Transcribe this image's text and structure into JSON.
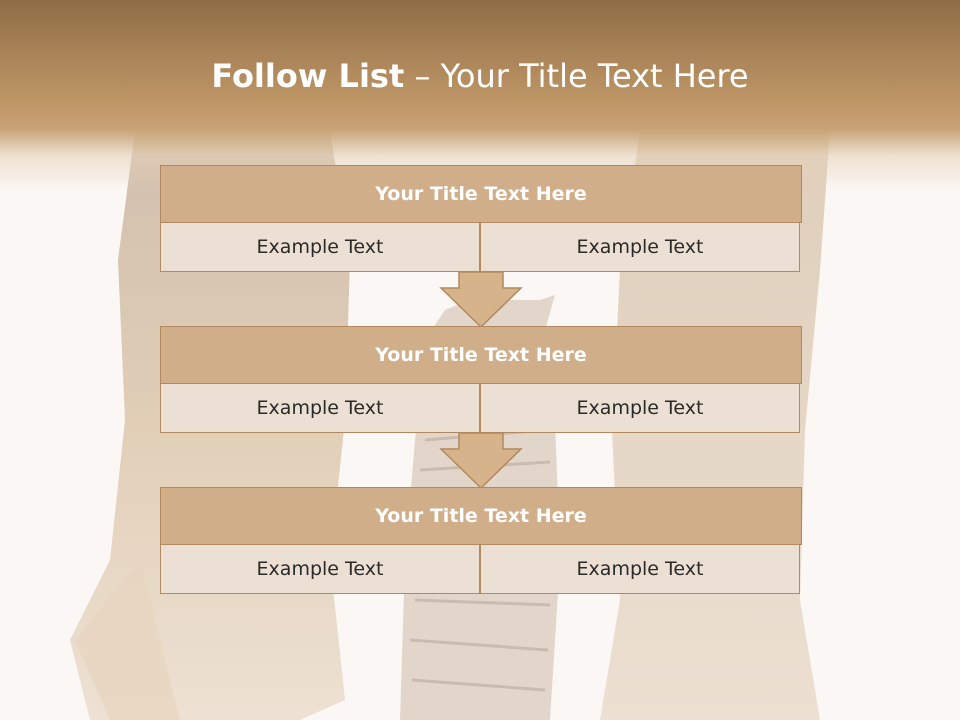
{
  "title": {
    "bold": "Follow List",
    "rest": " – Your Title Text Here"
  },
  "blocks": [
    {
      "title": "Your Title Text Here",
      "left": "Example Text",
      "right": "Example Text"
    },
    {
      "title": "Your Title Text Here",
      "left": "Example Text",
      "right": "Example Text"
    },
    {
      "title": "Your Title Text Here",
      "left": "Example Text",
      "right": "Example Text"
    }
  ],
  "colors": {
    "header": "#a68156",
    "block_title_bg": "#d0ae89",
    "cell_bg": "#ece0d5",
    "border": "#b2895f",
    "arrow": "#d6b38b"
  },
  "background_image": "dogs-and-cat-photo"
}
